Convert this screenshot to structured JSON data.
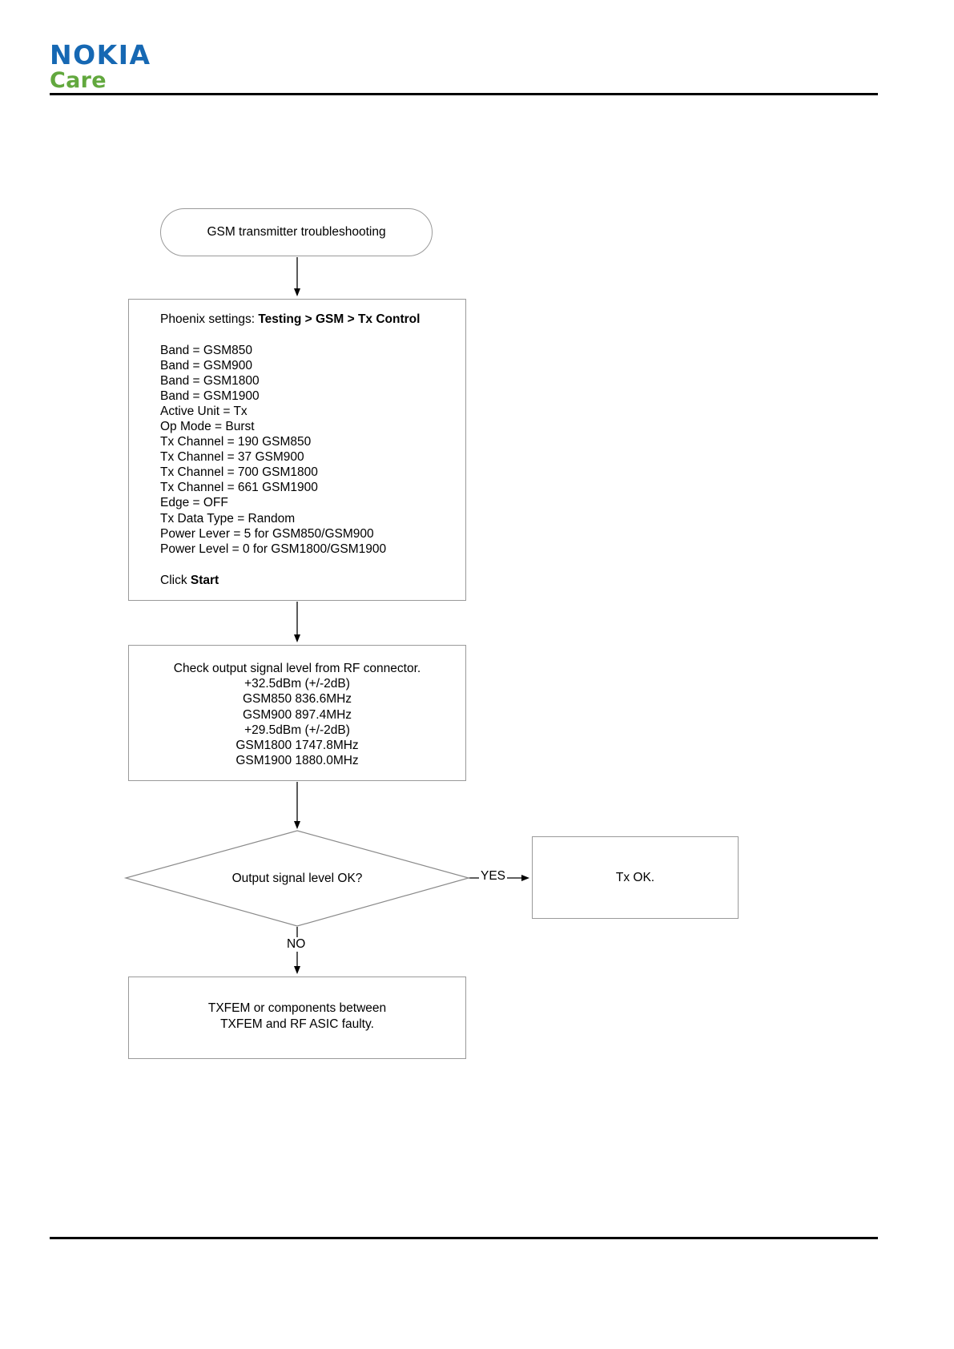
{
  "header": {
    "brand_primary": "NOKIA",
    "brand_secondary": "Care",
    "brand_primary_color": "#1668b3",
    "brand_secondary_color": "#62a83e"
  },
  "flowchart": {
    "start": {
      "label": "GSM transmitter troubleshooting"
    },
    "settings": {
      "title_prefix": "Phoenix settings: ",
      "title_path": "Testing > GSM > Tx Control",
      "lines": [
        "Band = GSM850",
        "Band = GSM900",
        "Band = GSM1800",
        "Band = GSM1900",
        "Active Unit = Tx",
        "Op Mode = Burst",
        "Tx Channel = 190 GSM850",
        "Tx Channel = 37 GSM900",
        "Tx Channel = 700 GSM1800",
        "Tx Channel = 661 GSM1900",
        "Edge = OFF",
        "Tx Data Type = Random",
        "Power Lever = 5 for GSM850/GSM900",
        "Power Level = 0 for GSM1800/GSM1900"
      ],
      "click_prefix": "Click ",
      "click_action": "Start"
    },
    "check": {
      "lines": [
        "Check output signal level from RF connector.",
        "+32.5dBm (+/-2dB)",
        "GSM850 836.6MHz",
        "GSM900 897.4MHz",
        "+29.5dBm (+/-2dB)",
        "GSM1800 1747.8MHz",
        "GSM1900 1880.0MHz"
      ]
    },
    "decision": {
      "label": "Output signal level OK?",
      "yes_label": "YES",
      "no_label": "NO"
    },
    "tx_ok": {
      "label": "Tx OK."
    },
    "fault": {
      "line1": "TXFEM or components between",
      "line2": "TXFEM and RF ASIC faulty."
    }
  }
}
